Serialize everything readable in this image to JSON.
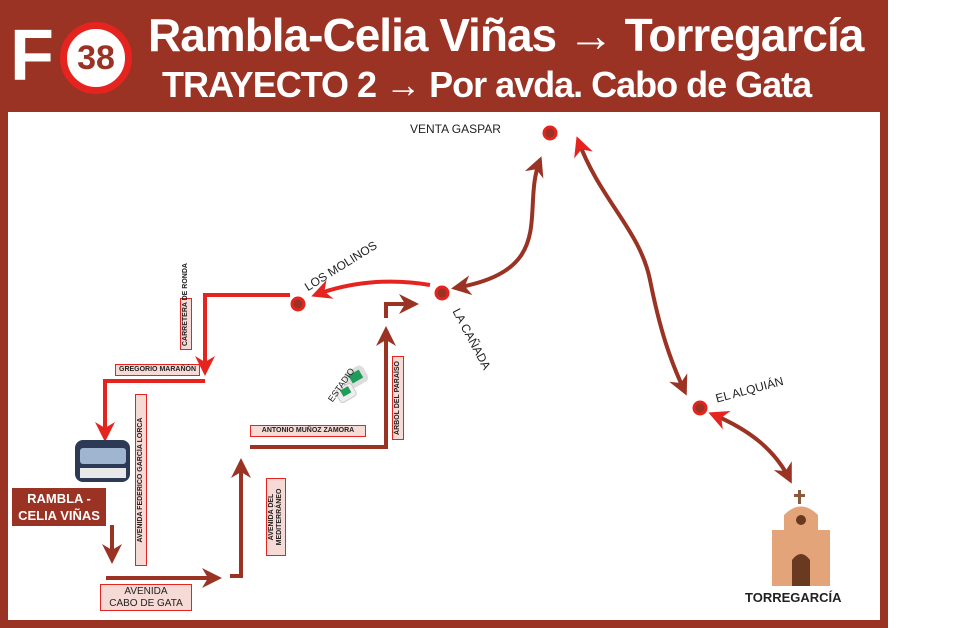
{
  "header": {
    "line_letter": "F",
    "line_number": "38",
    "title": "Rambla-Celia Viñas → Torregarcía",
    "subtitle": "TRAYECTO 2 → Por avda. Cabo de Gata"
  },
  "colors": {
    "brand": "#9a3324",
    "accent": "#e52420",
    "label_bg": "#f6dad6"
  },
  "stops": {
    "venta_gaspar": "VENTA GASPAR",
    "la_canada": "LA CAÑADA",
    "los_molinos": "LOS MOLINOS",
    "el_alquian": "EL ALQUIÁN",
    "torregarcia": "TORREGARCÍA",
    "origin": "RAMBLA - CELIA VIÑAS"
  },
  "landmarks": {
    "estadio": "ESTADIO"
  },
  "streets": {
    "carretera_ronda": "CARRETERA DE RONDA",
    "gregorio_maranon": "GREGORIO MARAÑÓN",
    "federico_garcia_lorca": "AVENIDA FEDERICO GARCÍA LORCA",
    "cabo_de_gata_1": "AVENIDA",
    "cabo_de_gata_2": "CABO DE GATA",
    "mediterraneo_1": "AVENIDA DEL",
    "mediterraneo_2": "MEDITERRÁNEO",
    "antonio_munoz_zamora": "ANTONIO MUÑOZ ZAMORA",
    "arbol_paraiso": "ÁRBOL DEL PARAÍSO"
  }
}
